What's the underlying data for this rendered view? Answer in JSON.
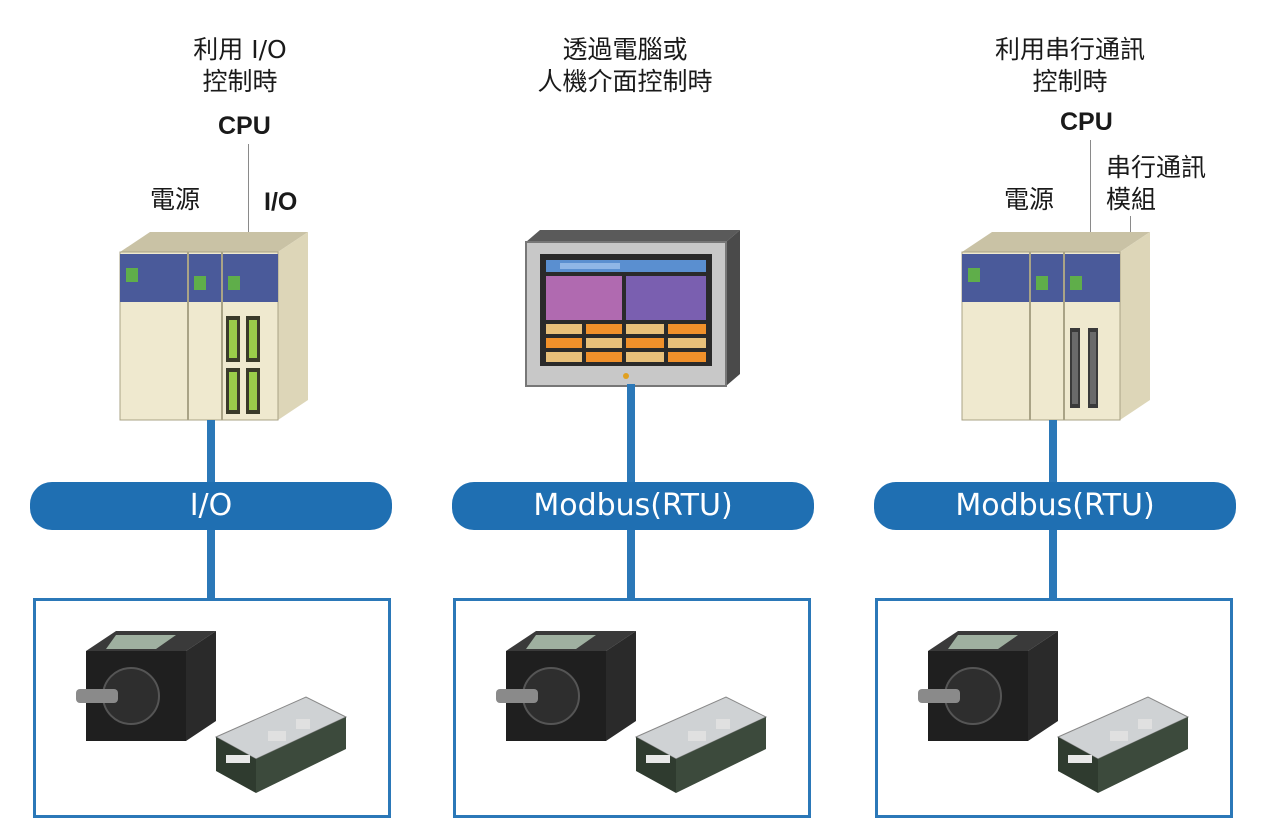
{
  "columns": [
    {
      "title_line1": "利用 I/O",
      "title_line2": "控制時",
      "labels": {
        "cpu": "CPU",
        "power": "電源",
        "io": "I/O"
      },
      "bus_label": "I/O"
    },
    {
      "title_line1": "透過電腦或",
      "title_line2": "人機介面控制時",
      "bus_label": "Modbus(RTU)"
    },
    {
      "title_line1": "利用串行通訊",
      "title_line2": "控制時",
      "labels": {
        "cpu": "CPU",
        "power": "電源",
        "module_line1": "串行通訊",
        "module_line2": "模組"
      },
      "bus_label": "Modbus(RTU)"
    }
  ],
  "colors": {
    "bus": "#1f6fb2",
    "line": "#2b78b8",
    "plc_body": "#efe9cf",
    "plc_band": "#4a5a9a",
    "screen_pink": "#b06ab0",
    "screen_purple": "#7a5fb0",
    "screen_orange": "#f0902a",
    "screen_tan": "#e8c07a"
  },
  "icons": [
    "plc-unit-icon",
    "hmi-panel-icon",
    "motor-icon",
    "driver-board-icon"
  ]
}
